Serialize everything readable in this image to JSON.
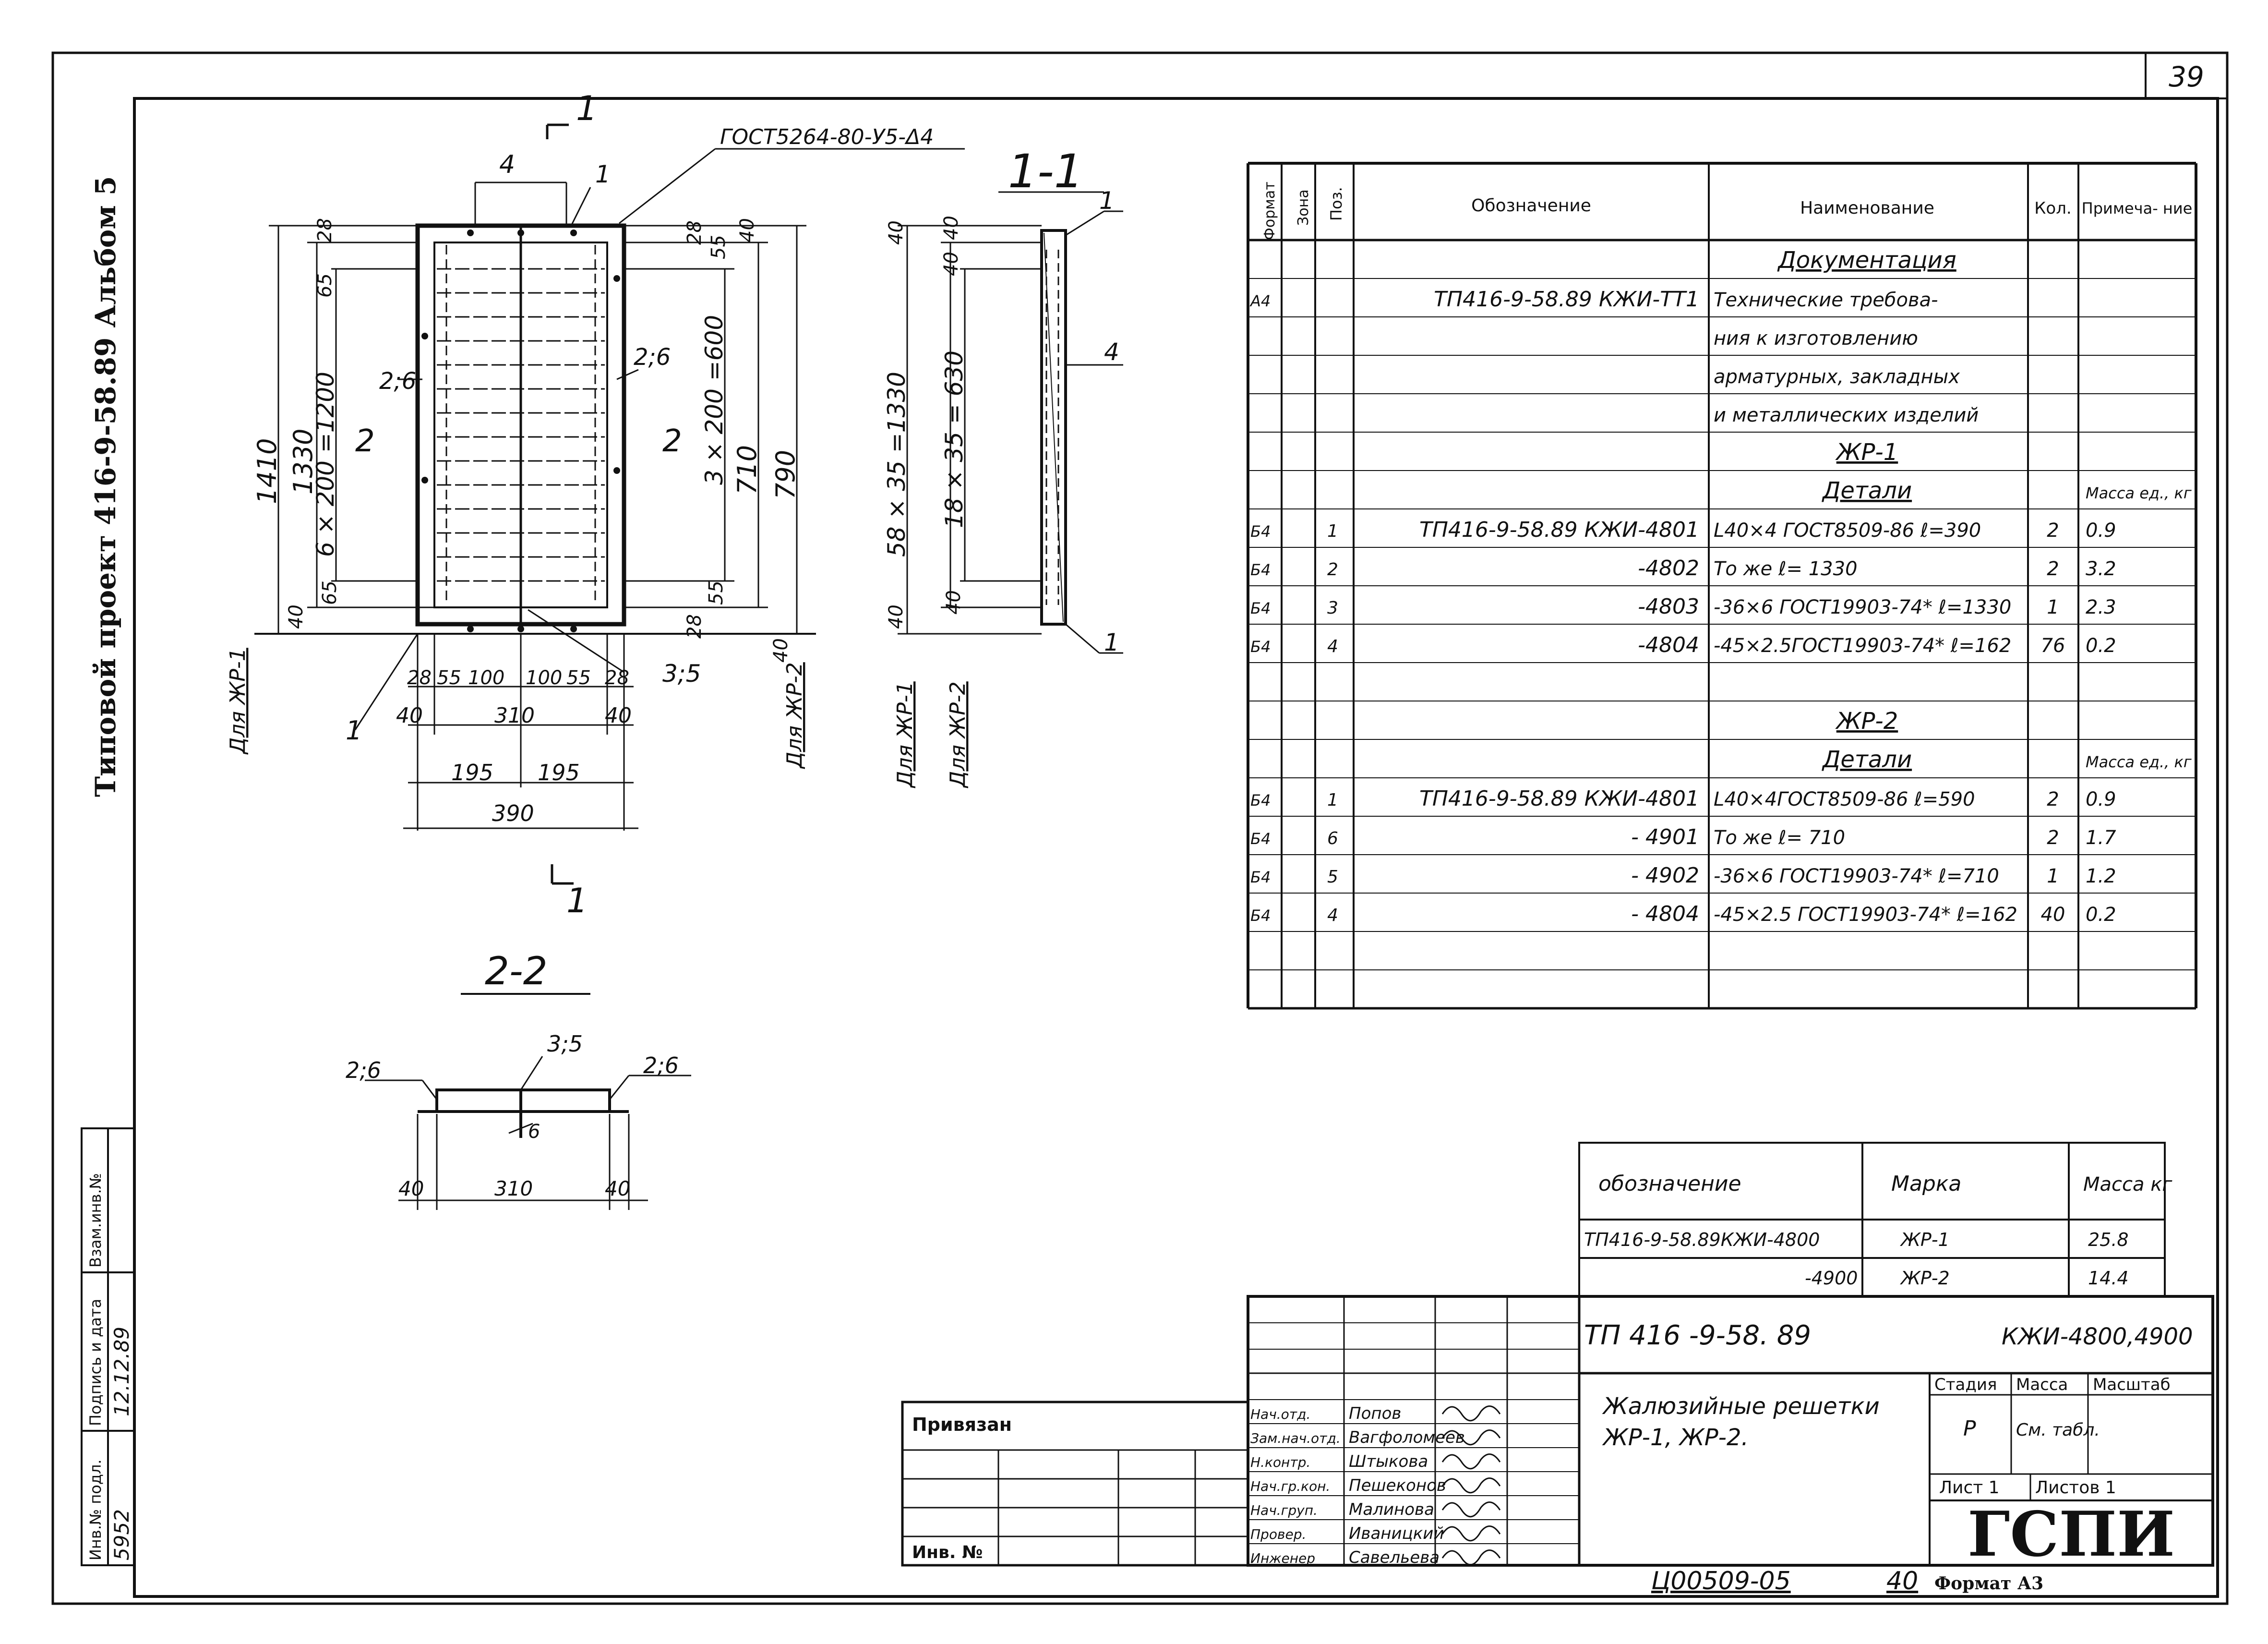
{
  "sheet_number": "39",
  "side_title": "Типовой проект 416-9-58.89  Альбом 5",
  "drawing": {
    "plan": {
      "section_mark": "1",
      "callout_dim": "4",
      "callout_label": "ГОСТ5264-80-У5-Δ4",
      "left_dims": {
        "total": "1410",
        "inner": "1330",
        "grid": "6 × 200 =1200",
        "top": "28",
        "top2": "65",
        "bot": "40",
        "bot2": "65"
      },
      "right_dims": {
        "grid": "3 × 200 =600",
        "d710": "710",
        "d790": "790",
        "top": "40",
        "top2": "55",
        "top3": "28",
        "bot": "55",
        "bot2": "28",
        "bot3": "40"
      },
      "pos_labels": {
        "p1": "1",
        "p26a": "2;6",
        "p26b": "2;6",
        "p35": "3;5",
        "p1b": "1"
      },
      "section2_left": "2",
      "section2_right": "2",
      "bottom_dims": {
        "row1": [
          "28",
          "55",
          "100",
          "100",
          "55",
          "28"
        ],
        "row2": [
          "40",
          "310",
          "40"
        ],
        "row3": [
          "195",
          "195"
        ],
        "row4": "390"
      },
      "for_left": "Для ЖР-1",
      "for_right": "Для ЖР-2"
    },
    "section_1_1": {
      "title": "1-1",
      "pos1_top": "1",
      "pos4": "4",
      "pos1_bot": "1",
      "dim_outer": "58 × 35 =1330",
      "dim_inner": "18 × 35 = 630",
      "dims_small": [
        "40",
        "40",
        "40",
        "40",
        "40"
      ],
      "for_left": "Для ЖР-1",
      "for_right": "Для ЖР-2"
    },
    "section_2_2": {
      "title": "2-2",
      "p26l": "2;6",
      "p35": "3;5",
      "p26r": "2;6",
      "p6": "6",
      "dims": [
        "40",
        "310",
        "40"
      ]
    }
  },
  "spec_table": {
    "headers": [
      "Формат",
      "Зона",
      "Поз.",
      "Обозначение",
      "Наименование",
      "Кол.",
      "Примеча- ние"
    ],
    "rows": [
      {
        "fmt": "",
        "pos": "",
        "oboz": "",
        "name": "Документация",
        "kol": "",
        "prim": "",
        "underline": true
      },
      {
        "fmt": "А4",
        "pos": "",
        "oboz": "ТП416-9-58.89  КЖИ-ТТ1",
        "name": "Технические требова-",
        "kol": "",
        "prim": ""
      },
      {
        "fmt": "",
        "pos": "",
        "oboz": "",
        "name": "ния к изготовлению",
        "kol": "",
        "prim": ""
      },
      {
        "fmt": "",
        "pos": "",
        "oboz": "",
        "name": "арматурных, закладных",
        "kol": "",
        "prim": ""
      },
      {
        "fmt": "",
        "pos": "",
        "oboz": "",
        "name": "и металлических изделий",
        "kol": "",
        "prim": ""
      },
      {
        "fmt": "",
        "pos": "",
        "oboz": "",
        "name": "ЖР-1",
        "kol": "",
        "prim": "",
        "underline": true
      },
      {
        "fmt": "",
        "pos": "",
        "oboz": "",
        "name": "Детали",
        "kol": "",
        "prim": "Масса ед., кг",
        "underline": true
      },
      {
        "fmt": "Б4",
        "pos": "1",
        "oboz": "ТП416-9-58.89 КЖИ-4801",
        "name": "L40×4 ГОСТ8509-86 ℓ=390",
        "kol": "2",
        "prim": "0.9"
      },
      {
        "fmt": "Б4",
        "pos": "2",
        "oboz": "-4802",
        "name": "То же   ℓ= 1330",
        "kol": "2",
        "prim": "3.2"
      },
      {
        "fmt": "Б4",
        "pos": "3",
        "oboz": "-4803",
        "name": "-36×6 ГОСТ19903-74* ℓ=1330",
        "kol": "1",
        "prim": "2.3"
      },
      {
        "fmt": "Б4",
        "pos": "4",
        "oboz": "-4804",
        "name": "-45×2.5ГОСТ19903-74* ℓ=162",
        "kol": "76",
        "prim": "0.2"
      },
      {
        "fmt": "",
        "pos": "",
        "oboz": "",
        "name": "",
        "kol": "",
        "prim": ""
      },
      {
        "fmt": "",
        "pos": "",
        "oboz": "",
        "name": "ЖР-2",
        "kol": "",
        "prim": "",
        "underline": true
      },
      {
        "fmt": "",
        "pos": "",
        "oboz": "",
        "name": "Детали",
        "kol": "",
        "prim": "Масса ед., кг",
        "underline": true
      },
      {
        "fmt": "Б4",
        "pos": "1",
        "oboz": "ТП416-9-58.89 КЖИ-4801",
        "name": "L40×4ГОСТ8509-86 ℓ=590",
        "kol": "2",
        "prim": "0.9"
      },
      {
        "fmt": "Б4",
        "pos": "6",
        "oboz": "- 4901",
        "name": "То же     ℓ= 710",
        "kol": "2",
        "prim": "1.7"
      },
      {
        "fmt": "Б4",
        "pos": "5",
        "oboz": "- 4902",
        "name": "-36×6 ГОСТ19903-74* ℓ=710",
        "kol": "1",
        "prim": "1.2"
      },
      {
        "fmt": "Б4",
        "pos": "4",
        "oboz": "- 4804",
        "name": "-45×2.5 ГОСТ19903-74* ℓ=162",
        "kol": "40",
        "prim": "0.2"
      },
      {
        "fmt": "",
        "pos": "",
        "oboz": "",
        "name": "",
        "kol": "",
        "prim": ""
      },
      {
        "fmt": "",
        "pos": "",
        "oboz": "",
        "name": "",
        "kol": "",
        "prim": ""
      }
    ]
  },
  "mark_table": {
    "headers": [
      "обозначение",
      "Марка",
      "Масса кг"
    ],
    "rows": [
      [
        "ТП416-9-58.89КЖИ-4800",
        "ЖР-1",
        "25.8"
      ],
      [
        "-4900",
        "ЖР-2",
        "14.4"
      ]
    ]
  },
  "title_block": {
    "code": "ТП 416 -9-58. 89",
    "doc": "КЖИ-4800,4900",
    "name_line1": "Жалюзийные решетки",
    "name_line2": "ЖР-1, ЖР-2.",
    "stage_h": "Стадия",
    "mass_h": "Масса",
    "scale_h": "Масштаб",
    "stage": "Р",
    "mass": "См. табл.",
    "sheet": "Лист 1",
    "sheets": "Листов 1",
    "org": "ГСПИ",
    "people": [
      [
        "Нач.отд.",
        "Попов"
      ],
      [
        "Зам.нач.отд.",
        "Вагфоломеев"
      ],
      [
        "Н.контр.",
        "Штыкова"
      ],
      [
        "Нач.гр.кон.",
        "Пешеконов"
      ],
      [
        "Нач.груп.",
        "Малинова"
      ],
      [
        "Провер.",
        "Иваницкий"
      ],
      [
        "Инженер",
        "Савельева"
      ]
    ]
  },
  "privyazan": {
    "label": "Привязан",
    "inv": "Инв. №"
  },
  "left_strip": {
    "labels": [
      "Инв.№ подл.",
      "Подпись и дата",
      "Взам.инв.№"
    ],
    "values": [
      "5952",
      "12.12.89",
      ""
    ]
  },
  "footer": {
    "archive": "Ц00509-05",
    "num": "40",
    "format": "Формат А3"
  }
}
